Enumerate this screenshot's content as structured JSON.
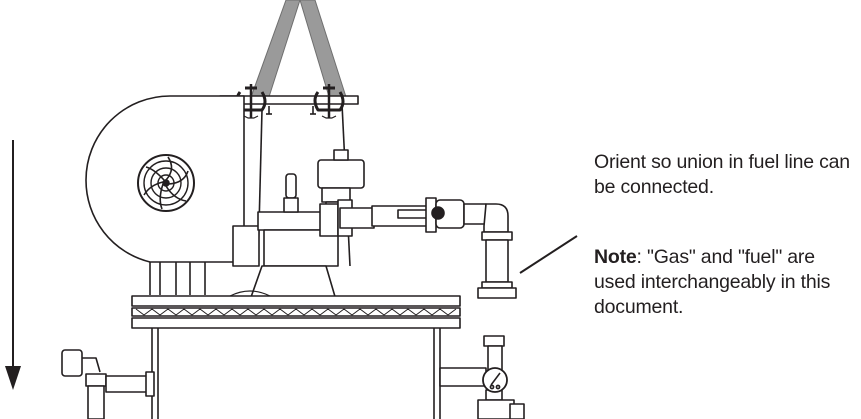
{
  "callout": {
    "orient_text": "Orient so union in fuel line can be connected.",
    "note_label": "Note",
    "note_text": ": \"Gas\" and \"fuel\" are used interchangeably in this document."
  },
  "colors": {
    "line": "#231f20",
    "sling": "#9a9a9a",
    "background": "#ffffff"
  },
  "icons": [
    "down-arrow-icon",
    "fan-grille-icon",
    "pressure-gauge-icon"
  ]
}
